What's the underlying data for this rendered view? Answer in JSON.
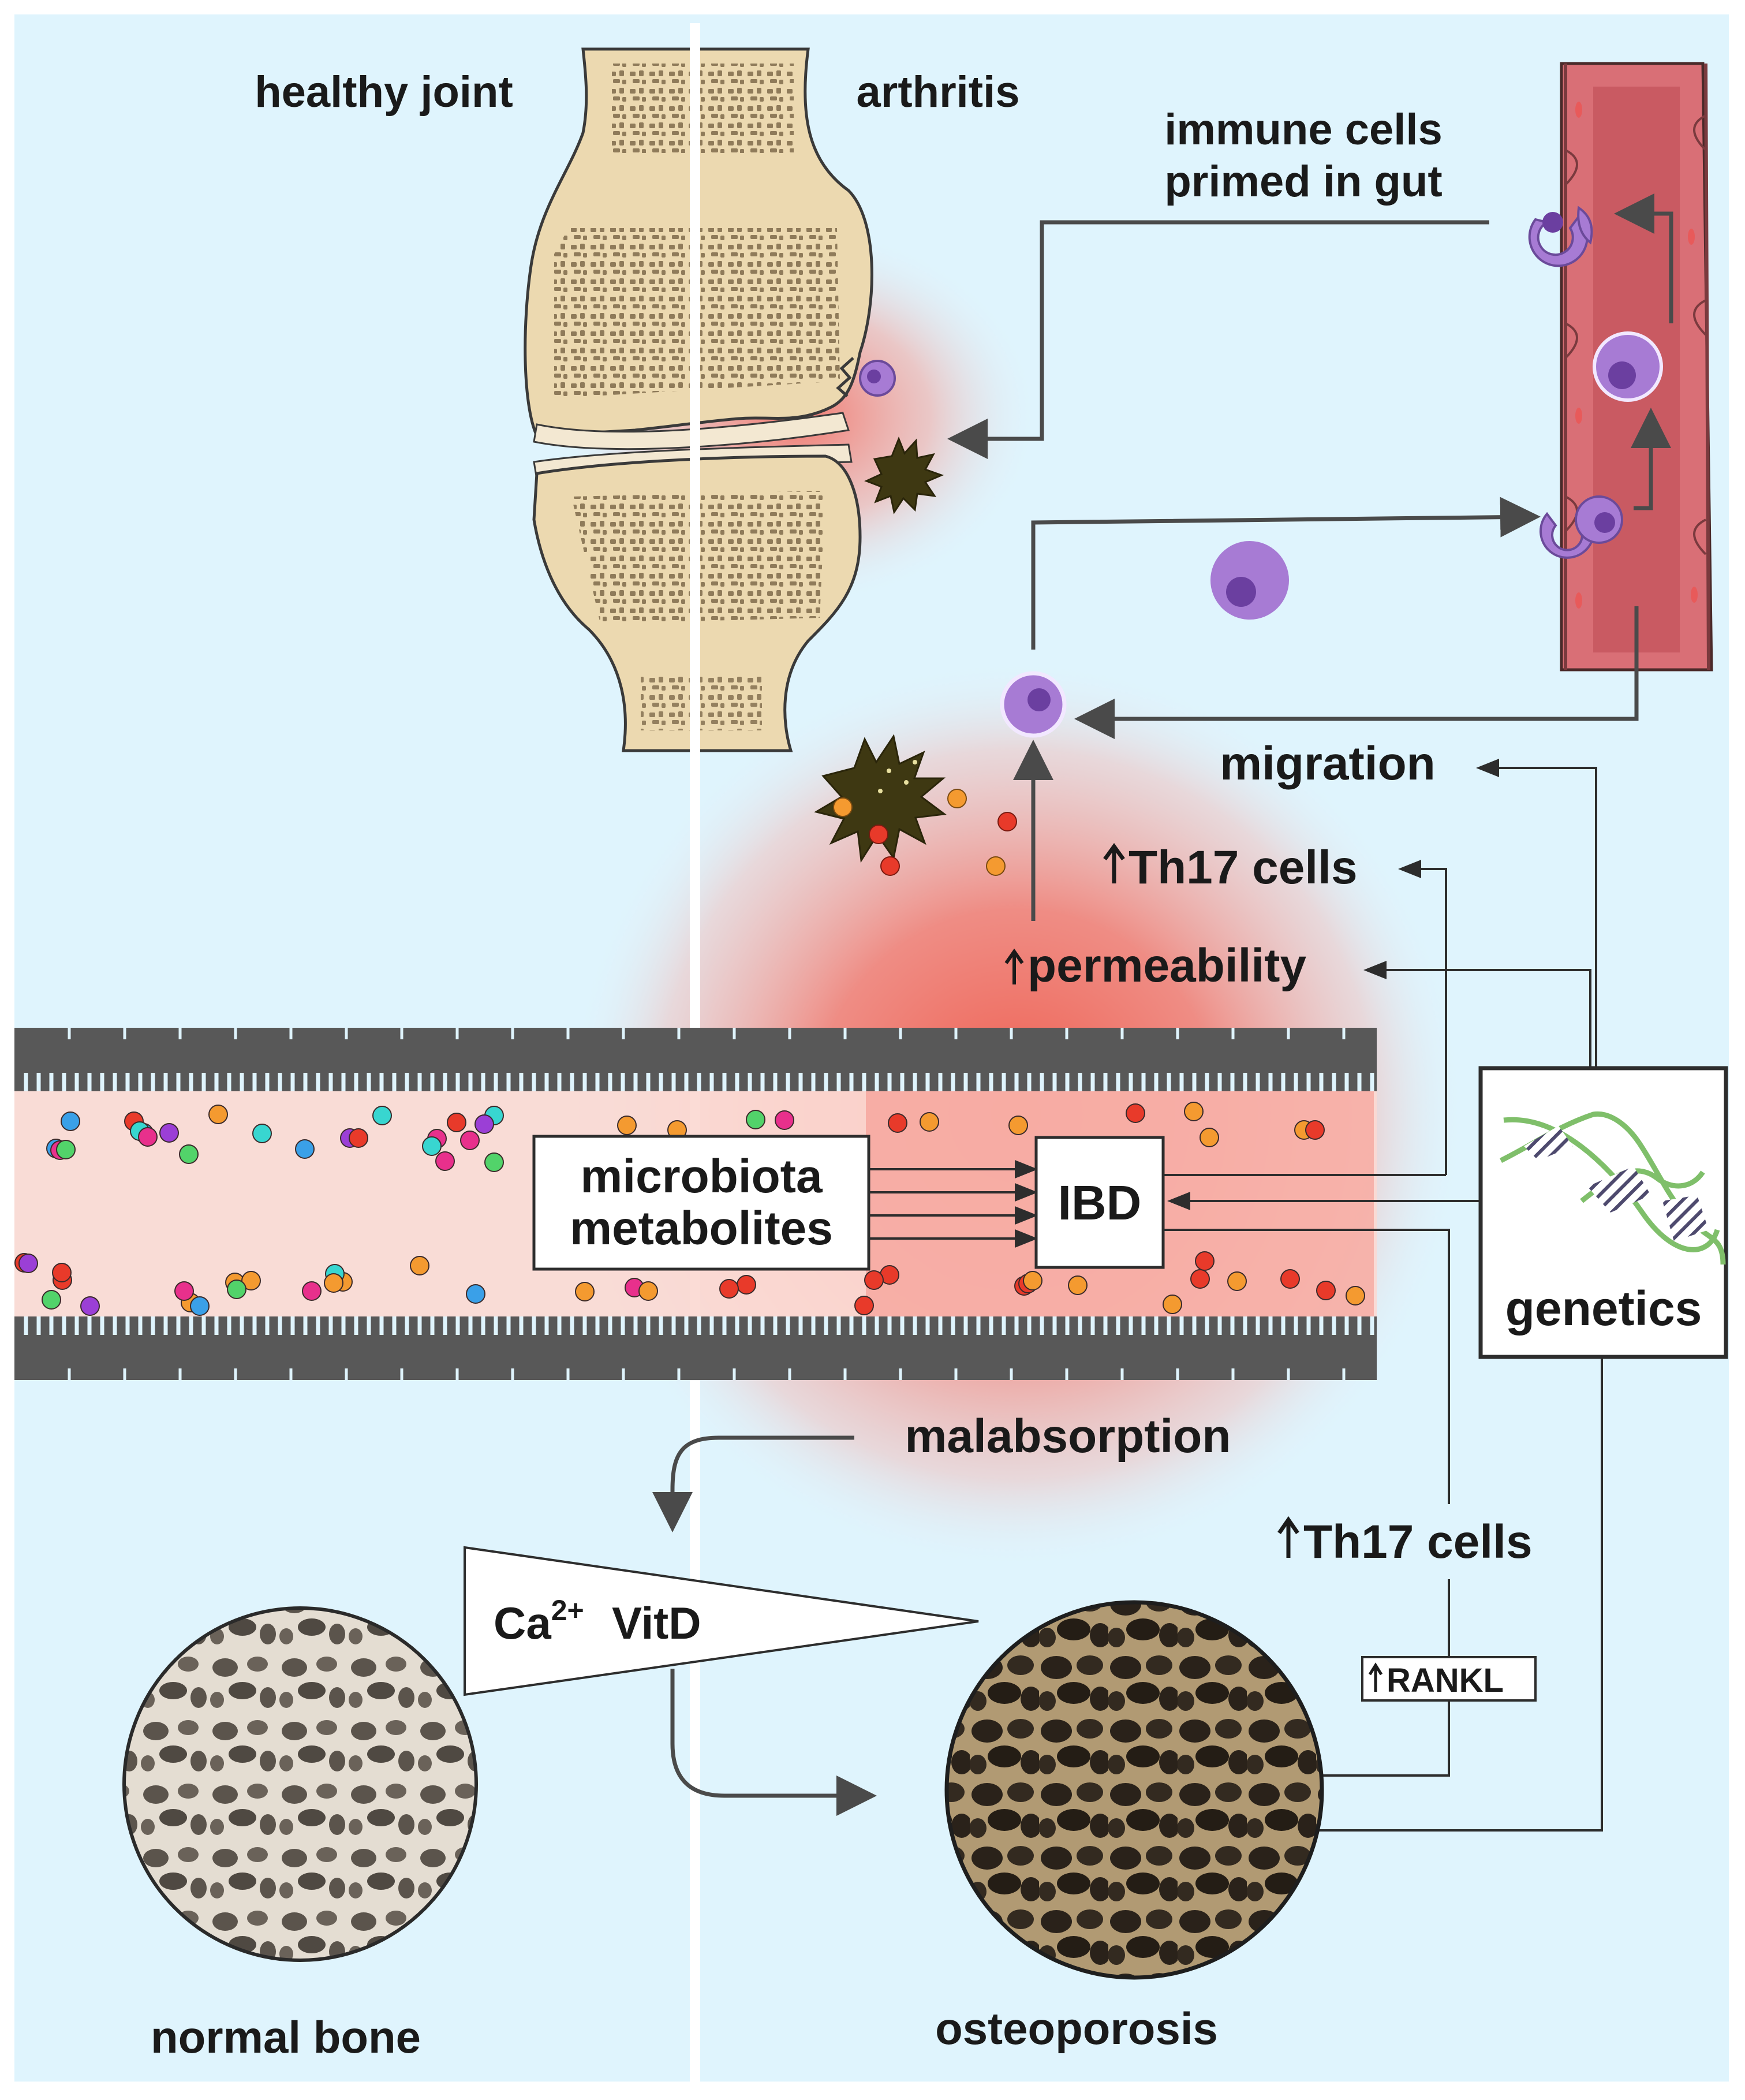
{
  "colors": {
    "background": "#dff4fd",
    "inflammation": "#f26a5e",
    "bone": "#ecd9b0",
    "bone_pores": "#8a7656",
    "vessel": "#c95a62",
    "immune_cell": "#a77bd4",
    "epithelium": "#585858",
    "lumen": "#fbd9d3",
    "dna_strand": "#7fbf6a",
    "arrow": "#4a4a4a"
  },
  "labels": {
    "healthy_joint": "healthy joint",
    "arthritis": "arthritis",
    "immune_line1": "immune cells",
    "immune_line2": "primed in gut",
    "migration": "migration",
    "th17_upper": "Th17 cells",
    "permeability": "permeability",
    "microbiota_line1": "microbiota",
    "microbiota_line2": "metabolites",
    "ibd": "IBD",
    "genetics": "genetics",
    "malabsorption": "malabsorption",
    "ca": "Ca",
    "ca_superscript": "2+",
    "vitd": "VitD",
    "th17_lower": "Th17 cells",
    "rankl": "RANKL",
    "normal_bone": "normal bone",
    "osteoporosis": "osteoporosis"
  },
  "icons": {
    "increase_arrow": "up-arrow-icon",
    "dna": "dna-double-helix-icon",
    "immune_cell": "lymphocyte-icon",
    "dendritic_cell": "dendritic-cell-icon"
  }
}
